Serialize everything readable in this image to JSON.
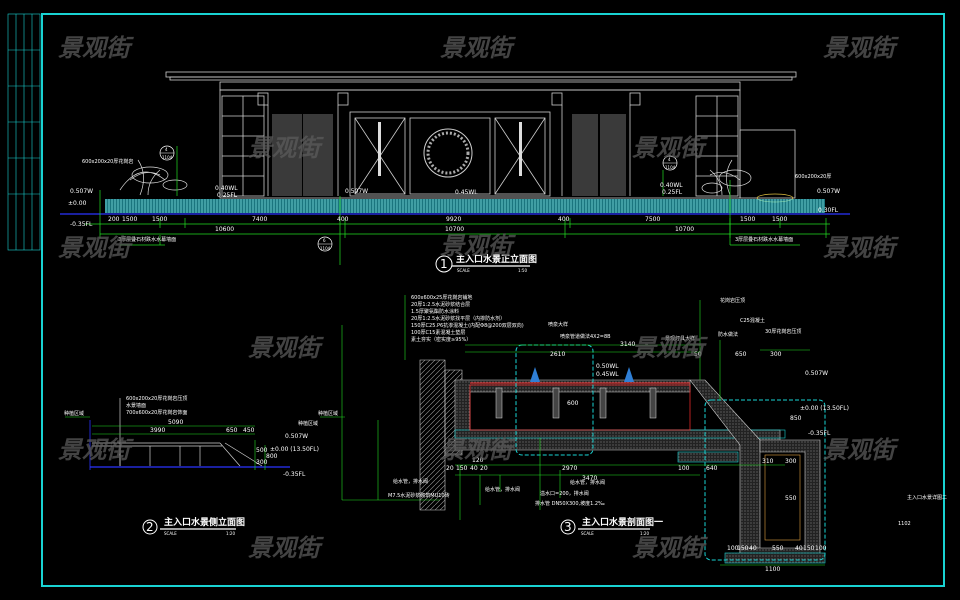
{
  "watermark": "景观街",
  "colors": {
    "frame": "#19d3d3",
    "dim": "#22dd22",
    "water": "#2fd6e6",
    "wall": "#cfcfcf",
    "accent": "#ff3030",
    "ground": "#2a33ff"
  },
  "elevation": {
    "number": "1",
    "title": "主入口水景正立面图",
    "scale_label": "SCALE",
    "scale": "1:50",
    "levels": [
      "0.507W",
      "±0.00",
      "-0.35FL",
      "0.40WL",
      "0.25FL",
      "0.507W",
      "0.45WL",
      "0.40WL",
      "0.25FL",
      "0.507W",
      "0.30FL"
    ],
    "dims_row1": [
      "200",
      "1500",
      "1500",
      "7400",
      "400",
      "9920",
      "400",
      "7500",
      "1500",
      "1500"
    ],
    "dims_row2": [
      "10600",
      "10700",
      "10700"
    ],
    "notes": [
      "600x200x20厚花岗岩",
      "3厚层叠石材跌水水幕墙面",
      "600x200x20厚",
      "3厚层叠石材跌水水幕墙面"
    ],
    "detail_refs": [
      {
        "num": "4",
        "sheet": "1104"
      },
      {
        "num": "6",
        "sheet": "1104"
      },
      {
        "num": "4",
        "sheet": "1104"
      }
    ]
  },
  "side_elevation": {
    "number": "2",
    "title": "主入口水景侧立面图",
    "scale_label": "SCALE",
    "scale": "1:20",
    "notes": [
      "600x200x20厚花岗岩压顶",
      "水景墙面",
      "700x600x20厚花岗岩饰面"
    ],
    "side_labels": [
      "种植区域",
      "种植区域"
    ],
    "dims": [
      "5090",
      "3990",
      "650",
      "450",
      "500",
      "300",
      "800"
    ],
    "levels": [
      "0.507W",
      "±0.00 (13.50FL)",
      "-0.35FL"
    ]
  },
  "section": {
    "number": "3",
    "title": "主入口水景剖面图一",
    "scale_label": "SCALE",
    "scale": "1:20",
    "layers": [
      "600x600x25厚花岗岩铺地",
      "20厚1:2.5水泥砂浆结合层",
      "1.5厚聚氨酯防水涂料",
      "20厚1:2.5水泥砂浆找平层（内掺防水剂）",
      "150厚C25.P6抗渗混凝土(内配Φ8@200双层双向)",
      "100厚C15素混凝土垫层",
      "素土夯实（密实度≥95%）"
    ],
    "refs": [
      "喷泉大样",
      "喷泉管道做法4X2=8B",
      "花岗岩压顶",
      "C25混凝土",
      "景观灯具大样",
      "防水做法",
      "30厚花岗岩压顶"
    ],
    "dims": [
      "2610",
      "3140",
      "50",
      "650",
      "300",
      "2970",
      "3470",
      "20",
      "150",
      "40",
      "20",
      "120",
      "100",
      "640",
      "310",
      "300",
      "850",
      "100",
      "150",
      "40",
      "550",
      "40",
      "150",
      "100",
      "1100",
      "600",
      "550"
    ],
    "levels": [
      "0.50WL",
      "0.45WL",
      "0.507W",
      "±0.00 (13.50FL)",
      "-0.35FL"
    ],
    "bottom_notes": [
      "给水管，排水阀",
      "M7.5水泥砂浆砌筑MU10砖",
      "给水管，排水阀",
      "溢水口=200，排水阀",
      "排水管 DN50X300,坡度1.2‰",
      "给水管，排水阀",
      "种植区域"
    ]
  },
  "sheet": {
    "name": "主入口水景详图二",
    "code": "1102"
  }
}
